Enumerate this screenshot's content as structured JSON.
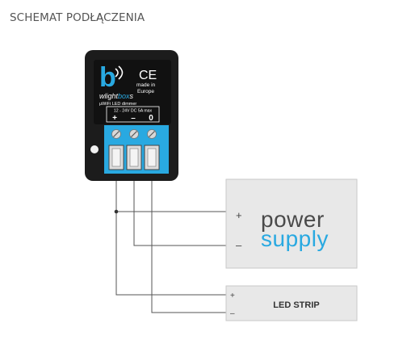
{
  "title": "SCHEMAT PODŁĄCZENIA",
  "device": {
    "logo_letter": "b",
    "ce_mark": "CE",
    "made_in": "made in",
    "europe": "Europe",
    "brand_part1": "wlight",
    "brand_part2": "box",
    "brand_part3": "s",
    "subtitle": "µWiFi LED dimmer",
    "rating": "12 - 24V DC 5A max",
    "term_plus": "+",
    "term_minus": "–",
    "term_zero": "0"
  },
  "power_supply": {
    "plus": "+",
    "minus": "–",
    "word1": "power",
    "word2": "supply"
  },
  "led_strip": {
    "plus": "+",
    "minus": "–",
    "label": "LED STRIP"
  },
  "colors": {
    "terminal_blue": "#29a9e1",
    "device_black": "#1c1c1c",
    "wire": "#555555",
    "box_fill": "#e8e8e8",
    "box_stroke": "#c9c9c9",
    "power_text": "#4a4a4a",
    "supply_text": "#29a9e1"
  }
}
